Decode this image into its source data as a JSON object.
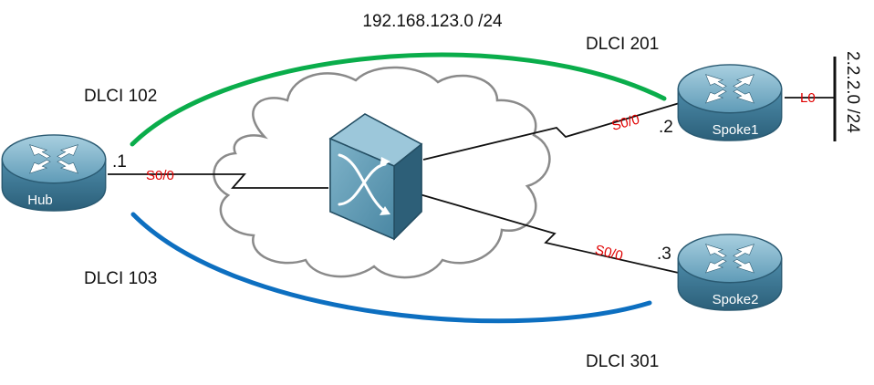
{
  "network": "192.168.123.0 /24",
  "loopback_net": "2.2.2.0 /24",
  "colors": {
    "green_pvc": "#0aad4b",
    "blue_pvc": "#0d6fc0",
    "router_top": "#7fb3c9",
    "router_body": "#3f7c99",
    "interface_text": "#e00000"
  },
  "routers": {
    "hub": {
      "name": "Hub",
      "ip": ".1",
      "interface": "S0/0",
      "icon": "router-icon"
    },
    "spoke1": {
      "name": "Spoke1",
      "ip": ".2",
      "interface": "S0/0",
      "loopback": "L0",
      "icon": "router-icon"
    },
    "spoke2": {
      "name": "Spoke2",
      "ip": ".3",
      "interface": "S0/0",
      "icon": "router-icon"
    }
  },
  "switch": {
    "icon": "frame-relay-switch-icon"
  },
  "cloud": {
    "icon": "cloud-icon"
  },
  "pvcs": [
    {
      "dlci": "DLCI 102"
    },
    {
      "dlci": "DLCI 201"
    },
    {
      "dlci": "DLCI 103"
    },
    {
      "dlci": "DLCI 301"
    }
  ]
}
